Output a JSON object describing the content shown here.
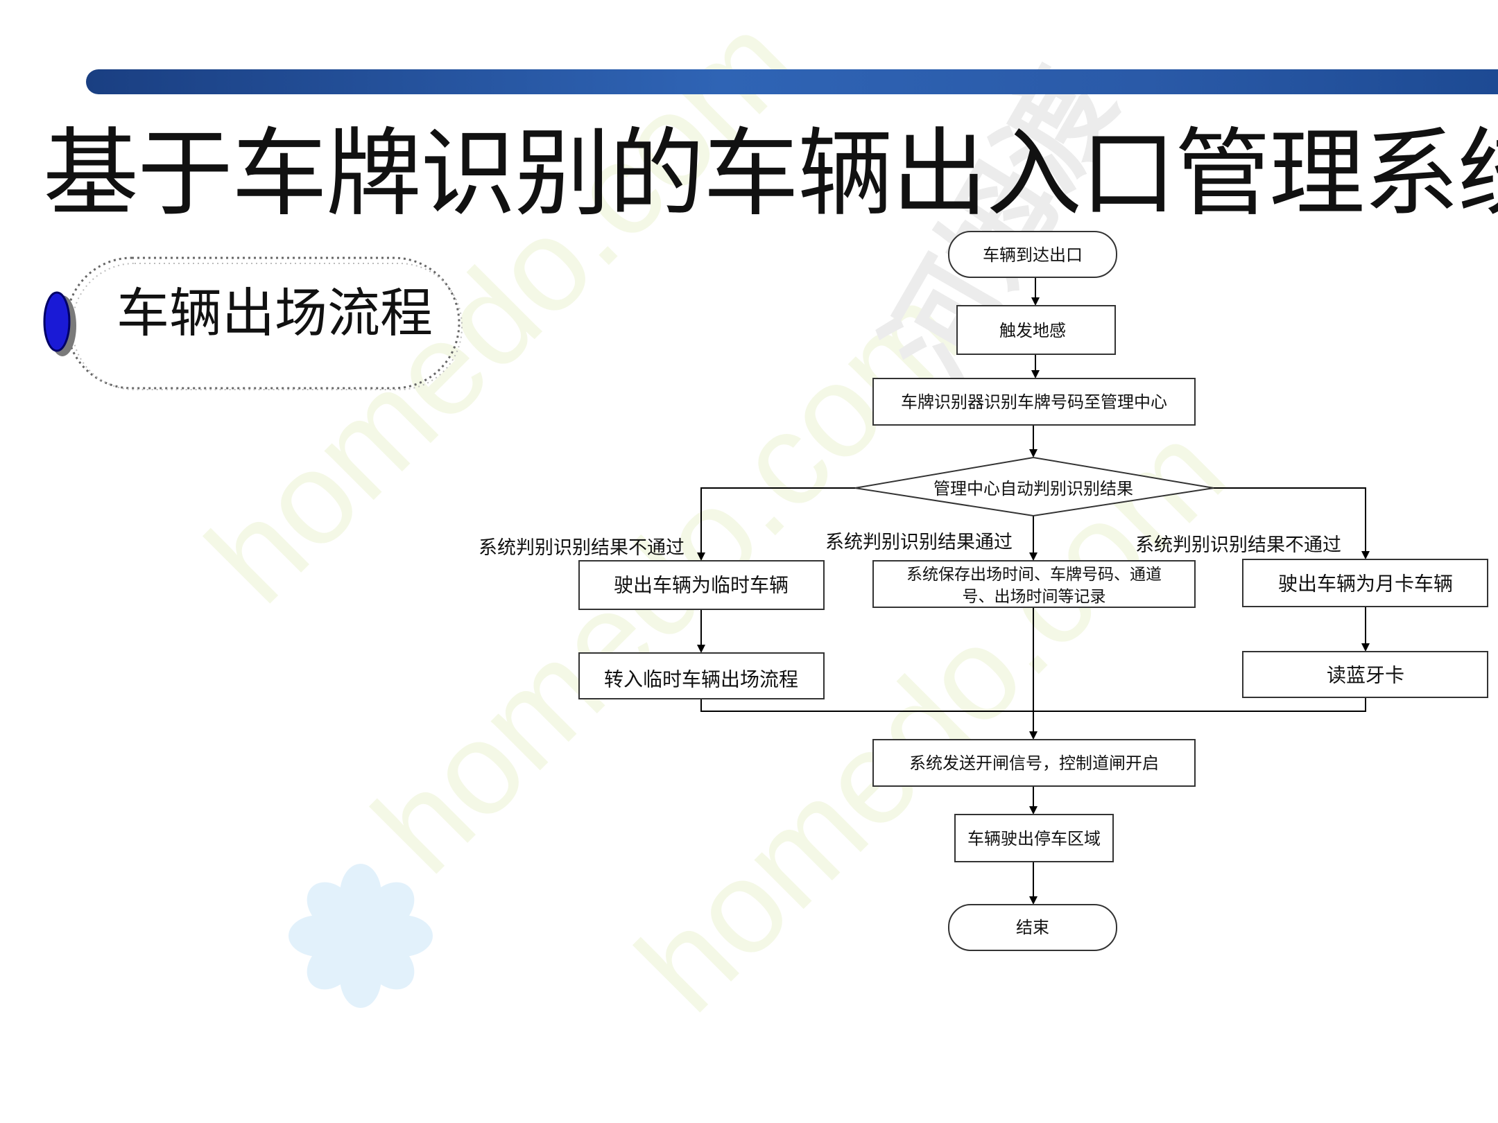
{
  "slide": {
    "title": "基于车牌识别的车辆出入口管理系统",
    "section_label": "车辆出场流程"
  },
  "watermark": {
    "brand": "homedo.com",
    "logo_text": "河姆渡"
  },
  "flowchart": {
    "nodes": {
      "start": "车辆到达出口",
      "trigger": "触发地感",
      "recognize": "车牌识别器识别车牌号码至管理中心",
      "decision": "管理中心自动判别识别结果",
      "temp_vehicle": "驶出车辆为临时车辆",
      "temp_flow": "转入临时车辆出场流程",
      "save_record_line1": "系统保存出场时间、车牌号码、通道",
      "save_record_line2": "号、出场时间等记录",
      "monthly_vehicle": "驶出车辆为月卡车辆",
      "read_card": "读蓝牙卡",
      "open_gate": "系统发送开闸信号，控制道闸开启",
      "exit_area": "车辆驶出停车区域",
      "end": "结束"
    },
    "edge_labels": {
      "left": "系统判别识别结果不通过",
      "middle": "系统判别识别结果通过",
      "right": "系统判别识别结果不通过"
    }
  }
}
